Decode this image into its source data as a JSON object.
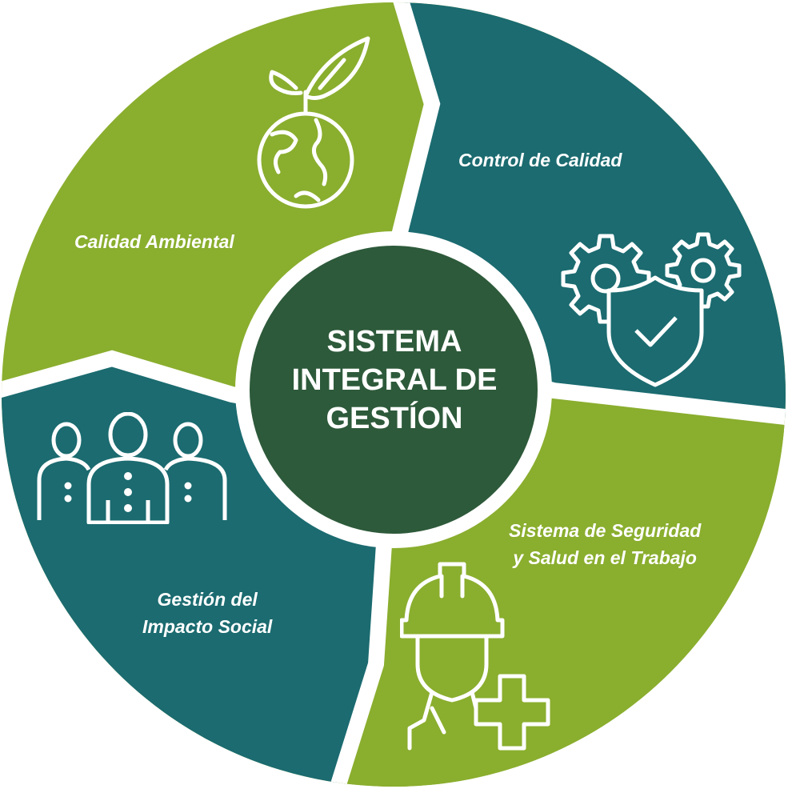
{
  "colors": {
    "light_green": "#8aae2e",
    "teal": "#1b6b70",
    "center": "#2d5a3a",
    "white": "#ffffff"
  },
  "center": {
    "lines": [
      "SISTEMA",
      "INTEGRAL DE",
      "GESTÍON"
    ]
  },
  "segments": [
    {
      "id": "calidad-ambiental",
      "label_lines": [
        "Calidad Ambiental"
      ],
      "color": "#8aae2e",
      "icon": "globe-leaf-icon"
    },
    {
      "id": "control-calidad",
      "label_lines": [
        "Control de Calidad"
      ],
      "color": "#1b6b70",
      "icon": "gears-shield-icon"
    },
    {
      "id": "seguridad-salud",
      "label_lines": [
        "Sistema de Seguridad",
        "y Salud en el Trabajo"
      ],
      "color": "#8aae2e",
      "icon": "worker-helmet-cross-icon"
    },
    {
      "id": "impacto-social",
      "label_lines": [
        "Gestión del",
        "Impacto Social"
      ],
      "color": "#1b6b70",
      "icon": "people-group-icon"
    }
  ]
}
